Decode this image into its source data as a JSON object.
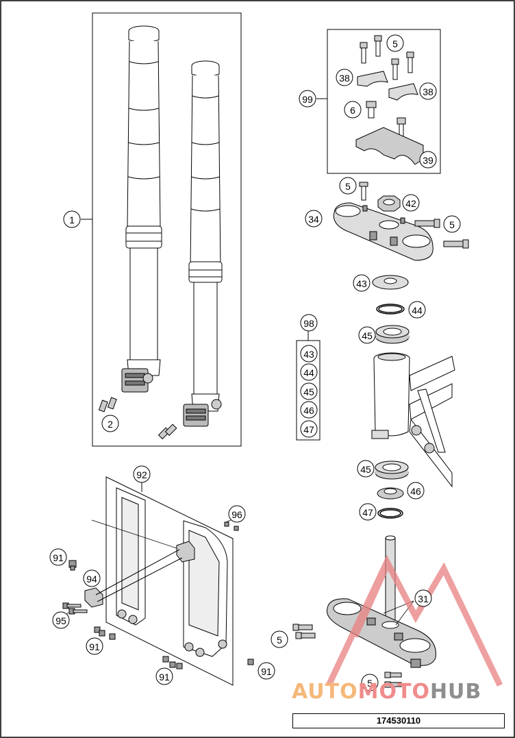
{
  "diagram": {
    "drawing_number": "174530110",
    "watermark": {
      "part1": "AUTO",
      "part2": "MOTO",
      "part3": "HUB"
    },
    "callouts": [
      {
        "id": "c-1",
        "label": "1"
      },
      {
        "id": "c-2",
        "label": "2"
      },
      {
        "id": "c-99",
        "label": "99"
      },
      {
        "id": "c-5a",
        "label": "5"
      },
      {
        "id": "c-38a",
        "label": "38"
      },
      {
        "id": "c-38b",
        "label": "38"
      },
      {
        "id": "c-6",
        "label": "6"
      },
      {
        "id": "c-39",
        "label": "39"
      },
      {
        "id": "c-5b",
        "label": "5"
      },
      {
        "id": "c-42",
        "label": "42"
      },
      {
        "id": "c-34",
        "label": "34"
      },
      {
        "id": "c-5c",
        "label": "5"
      },
      {
        "id": "c-43a",
        "label": "43"
      },
      {
        "id": "c-44a",
        "label": "44"
      },
      {
        "id": "c-98",
        "label": "98"
      },
      {
        "id": "c-45a",
        "label": "45"
      },
      {
        "id": "c-43b",
        "label": "43"
      },
      {
        "id": "c-44b",
        "label": "44"
      },
      {
        "id": "c-45b",
        "label": "45"
      },
      {
        "id": "c-46b",
        "label": "46"
      },
      {
        "id": "c-47b",
        "label": "47"
      },
      {
        "id": "c-45c",
        "label": "45"
      },
      {
        "id": "c-46c",
        "label": "46"
      },
      {
        "id": "c-47c",
        "label": "47"
      },
      {
        "id": "c-92",
        "label": "92"
      },
      {
        "id": "c-96",
        "label": "96"
      },
      {
        "id": "c-91a",
        "label": "91"
      },
      {
        "id": "c-94",
        "label": "94"
      },
      {
        "id": "c-95",
        "label": "95"
      },
      {
        "id": "c-91b",
        "label": "91"
      },
      {
        "id": "c-91c",
        "label": "91"
      },
      {
        "id": "c-91d",
        "label": "91"
      },
      {
        "id": "c-31",
        "label": "31"
      },
      {
        "id": "c-5d",
        "label": "5"
      },
      {
        "id": "c-5e",
        "label": "5"
      }
    ]
  }
}
